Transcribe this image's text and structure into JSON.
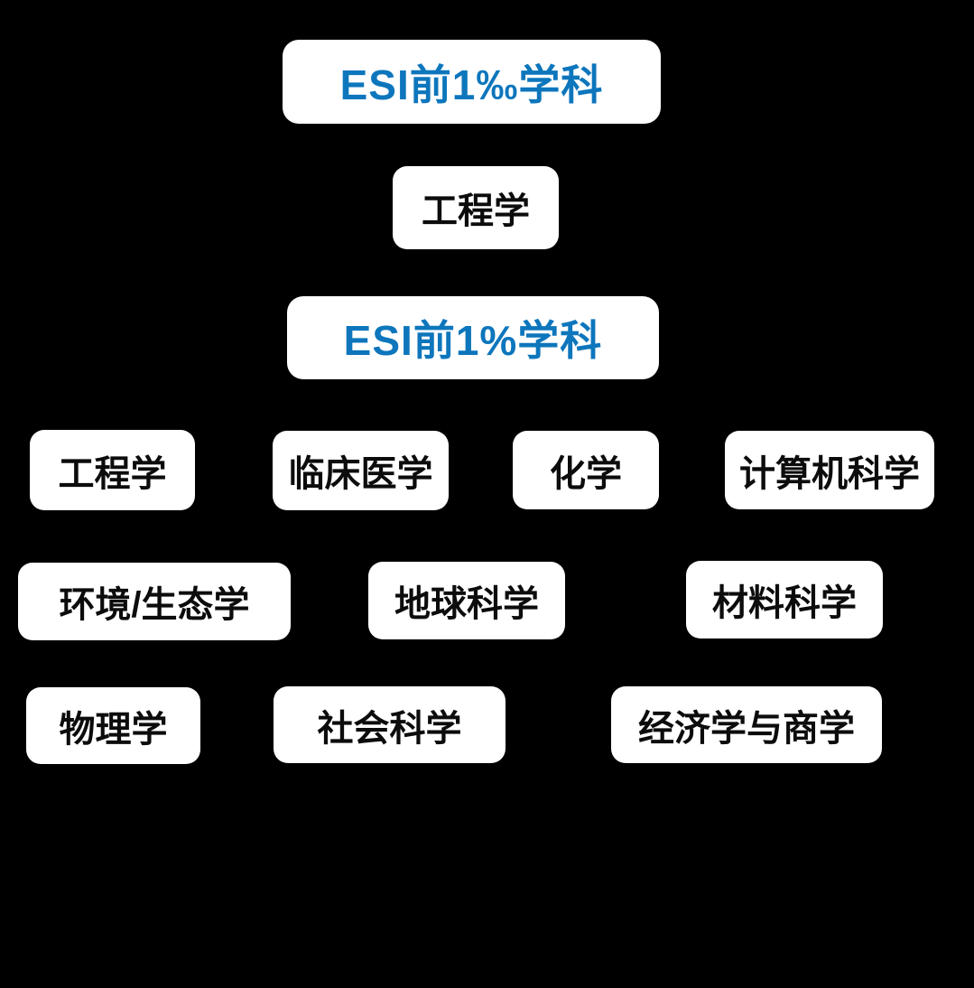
{
  "diagram": {
    "colors": {
      "background": "#000000",
      "box_background": "#ffffff",
      "tier_title_text": "#0d76bc",
      "discipline_text": "#0c0c0c"
    },
    "tiers": [
      {
        "title": "ESI前1‰学科",
        "items": [
          "工程学"
        ]
      },
      {
        "title": "ESI前1%学科",
        "items": [
          "工程学",
          "临床医学",
          "化学",
          "计算机科学",
          "环境/生态学",
          "地球科学",
          "材料科学",
          "物理学",
          "社会科学",
          "经济学与商学"
        ]
      }
    ]
  }
}
